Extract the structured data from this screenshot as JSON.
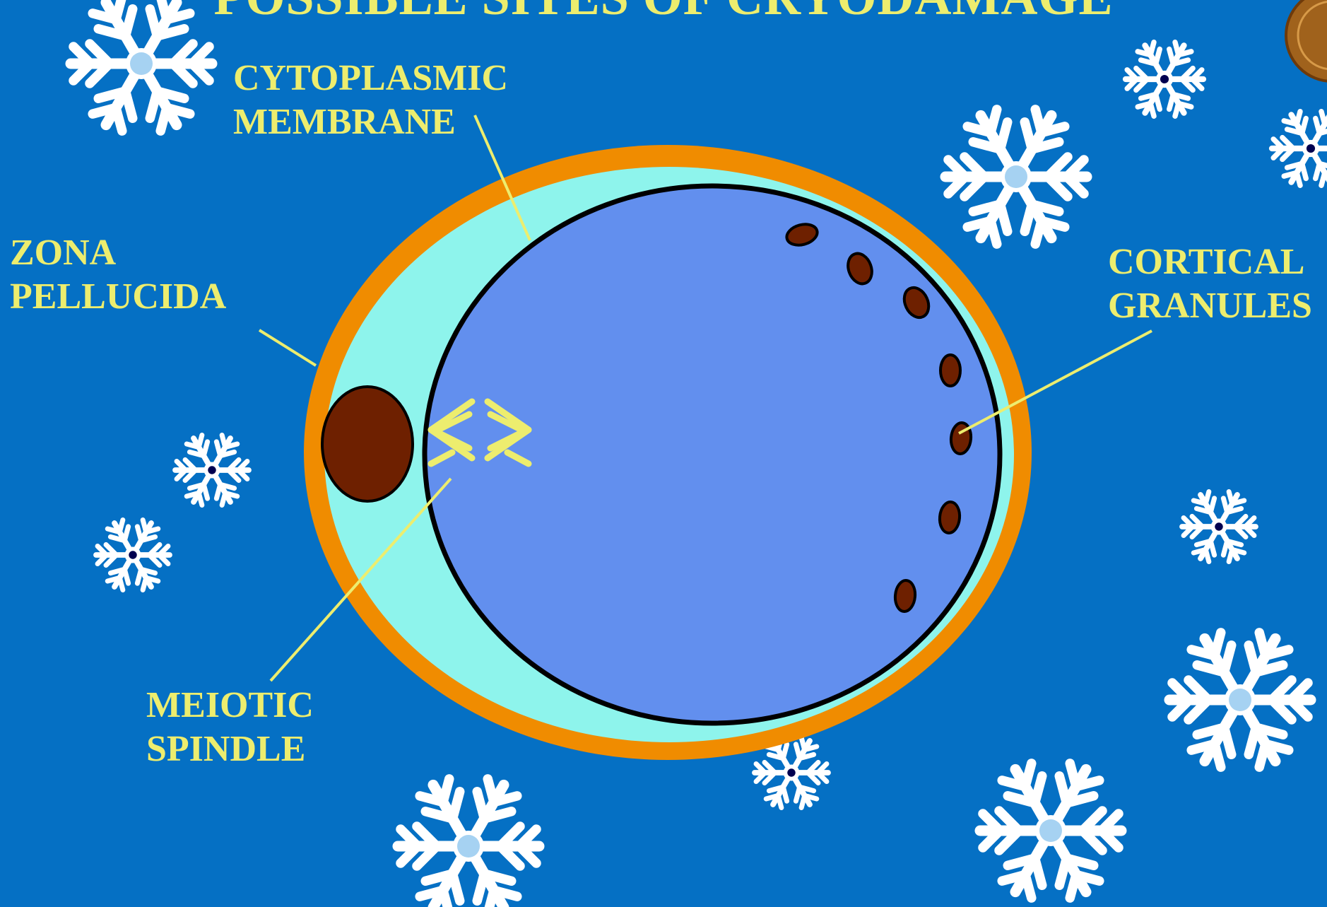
{
  "title": "POSSIBLE SITES OF CRYODAMAGE",
  "labels": {
    "cytoplasmic_membrane": [
      "CYTOPLASMIC",
      "MEMBRANE"
    ],
    "zona_pellucida": [
      "ZONA",
      "PELLUCIDA"
    ],
    "cortical_granules": [
      "CORTICAL",
      "GRANULES"
    ],
    "meiotic_spindle": [
      "MEIOTIC",
      "SPINDLE"
    ]
  },
  "colors": {
    "background": "#0570C4",
    "label_text": "#EDED6E",
    "zona_pellucida": "#F08C00",
    "perivitelline_space": "#8EF4EC",
    "cytoplasm": "#628FEE",
    "membrane_outline": "#000000",
    "polar_body": "#6E2000",
    "cortical_granule": "#6E2000",
    "spindle": "#EDED6E",
    "snowflake": "#FFFFFF",
    "snowflake_center_light": "#A6D2F2",
    "snowflake_center_dark": "#000050"
  },
  "icons": [
    "snowflake-icon",
    "coin-icon"
  ]
}
